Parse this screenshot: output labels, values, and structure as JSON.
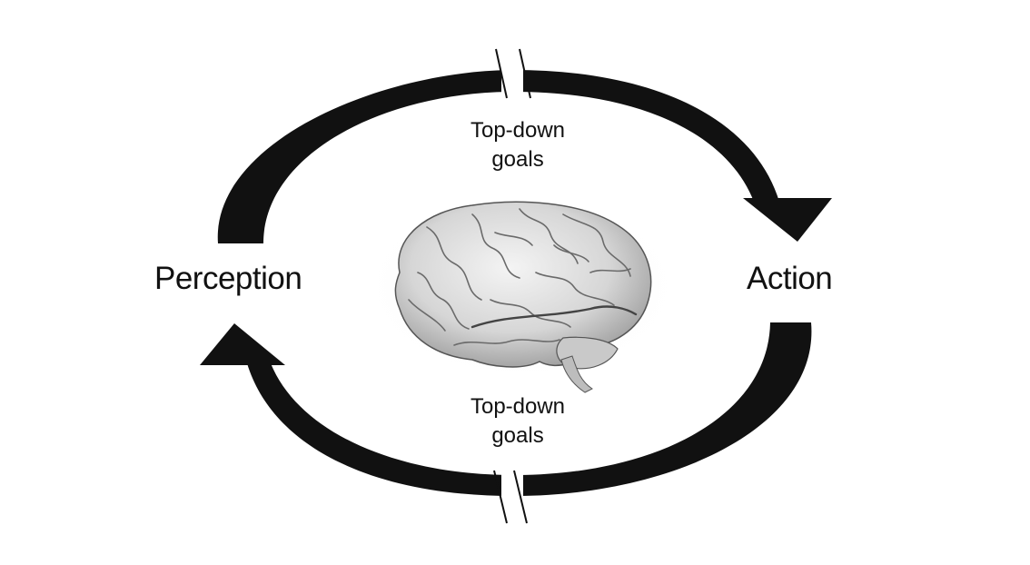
{
  "nodes": {
    "perception": "Perception",
    "action": "Action"
  },
  "top_goals": {
    "line1": "Top-down",
    "line2": "goals"
  },
  "bottom_goals": {
    "line1": "Top-down",
    "line2": "goals"
  },
  "icons": {
    "center": "brain-icon",
    "arrows": [
      "top-arc-arrow-icon",
      "bottom-arc-arrow-icon"
    ],
    "breaks": [
      "break-mark-icon",
      "break-mark-icon"
    ]
  },
  "colors": {
    "ink": "#111111",
    "brain": "#d9d9d9",
    "background": "#ffffff"
  }
}
